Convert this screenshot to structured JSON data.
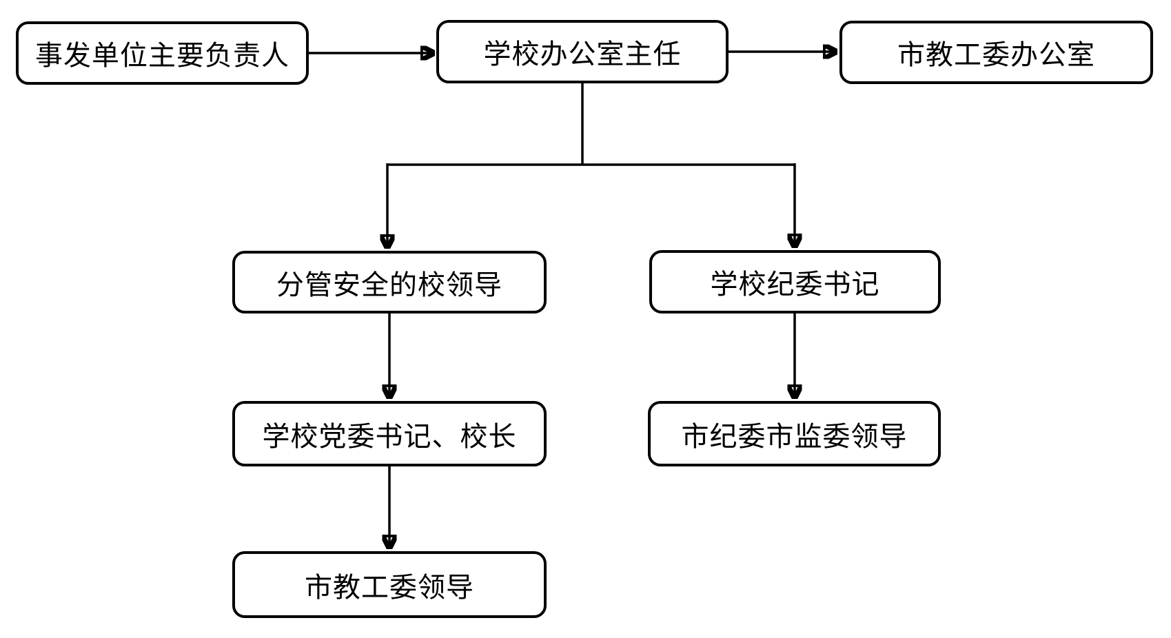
{
  "diagram": {
    "background_color": "#ffffff",
    "line_color": "#000000",
    "box_fill_color": "#ffffff",
    "box_border_color": "#000000",
    "nodes": [
      {
        "id": "incident-unit-head",
        "label": "事发单位主要负责人"
      },
      {
        "id": "school-office-director",
        "label": "学校办公室主任"
      },
      {
        "id": "city-edu-work-committee-office",
        "label": "市教工委办公室"
      },
      {
        "id": "school-leader-in-charge-of-safety",
        "label": "分管安全的校领导"
      },
      {
        "id": "school-discipline-committee-secretary",
        "label": "学校纪委书记"
      },
      {
        "id": "school-party-secretary-and-principal",
        "label": "学校党委书记、校长"
      },
      {
        "id": "city-discipline-supervision-leaders",
        "label": "市纪委市监委领导"
      },
      {
        "id": "city-edu-work-committee-leaders",
        "label": "市教工委领导"
      }
    ],
    "edges": [
      {
        "from": "incident-unit-head",
        "to": "school-office-director"
      },
      {
        "from": "school-office-director",
        "to": "city-edu-work-committee-office"
      },
      {
        "from": "school-office-director",
        "to": "school-leader-in-charge-of-safety"
      },
      {
        "from": "school-office-director",
        "to": "school-discipline-committee-secretary"
      },
      {
        "from": "school-leader-in-charge-of-safety",
        "to": "school-party-secretary-and-principal"
      },
      {
        "from": "school-discipline-committee-secretary",
        "to": "city-discipline-supervision-leaders"
      },
      {
        "from": "school-party-secretary-and-principal",
        "to": "city-edu-work-committee-leaders"
      }
    ]
  }
}
